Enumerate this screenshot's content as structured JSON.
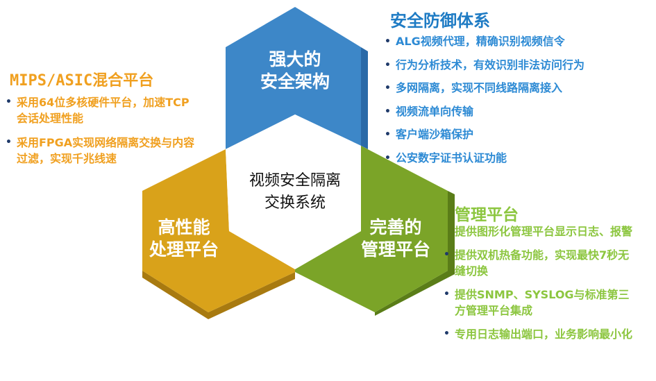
{
  "colors": {
    "blue": "#3d87c8",
    "orange": "#d9a21a",
    "green": "#7ba428",
    "title_blue": "#1e7bc4",
    "orange_text": "#f0a020",
    "green_text": "#8cc63f"
  },
  "hexagons": {
    "top": {
      "line1": "强大的",
      "line2": "安全架构"
    },
    "left": {
      "line1": "高性能",
      "line2": "处理平台"
    },
    "right": {
      "line1": "完善的",
      "line2": "管理平台"
    },
    "center": {
      "line1": "视频安全隔离",
      "line2": "交换系统"
    }
  },
  "security": {
    "title": "安全防御体系",
    "items": [
      "ALG视频代理，精确识别视频信令",
      "行为分析技术，有效识别非法访问行为",
      "多网隔离，实现不同线路隔离接入",
      "视频流单向传输",
      "客户端沙箱保护",
      "公安数字证书认证功能"
    ]
  },
  "hardware": {
    "title": "MIPS/ASIC混合平台",
    "items": [
      "采用64位多核硬件平台，加速TCP会话处理性能",
      "采用FPGA实现网络隔离交换与内容过滤，实现千兆线速"
    ]
  },
  "management": {
    "title": "管理平台",
    "items": [
      "提供图形化管理平台显示日志、报警",
      "提供双机热备功能，实现最快7秒无缝切换",
      "提供SNMP、SYSLOG与标准第三方管理平台集成",
      "专用日志输出端口，业务影响最小化"
    ]
  }
}
